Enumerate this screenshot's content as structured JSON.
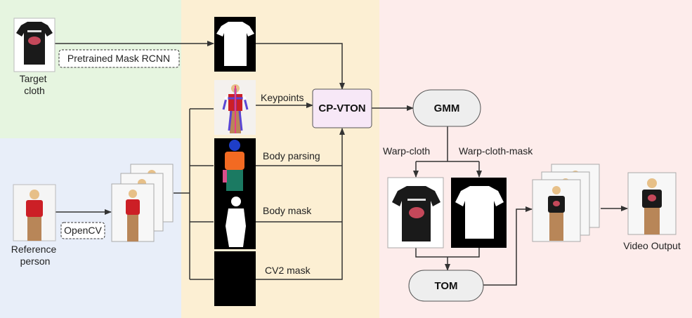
{
  "nodes": {
    "target_cloth": "Target\ncloth",
    "pretrained": "Pretrained Mask RCNN",
    "reference_person": "Reference\nperson",
    "opencv": "OpenCV",
    "keypoints": "Keypoints",
    "body_parsing": "Body parsing",
    "body_mask": "Body mask",
    "cv2_mask": "CV2 mask",
    "cpvton": "CP-VTON",
    "gmm": "GMM",
    "warp_cloth": "Warp-cloth",
    "warp_cloth_mask": "Warp-cloth-mask",
    "tom": "TOM",
    "video_output": "Video Output"
  },
  "colors": {
    "panel_green": "#e6f5e0",
    "panel_blue": "#e8eef9",
    "panel_orange": "#fcefd3",
    "panel_pink": "#fdeceb",
    "cpvton_fill": "#f7e8f7",
    "rounded_fill": "#eeeeee",
    "shirt_dark": "#1a1a1a",
    "shirt_red": "#cc1f26",
    "pants_tan": "#b88658"
  }
}
